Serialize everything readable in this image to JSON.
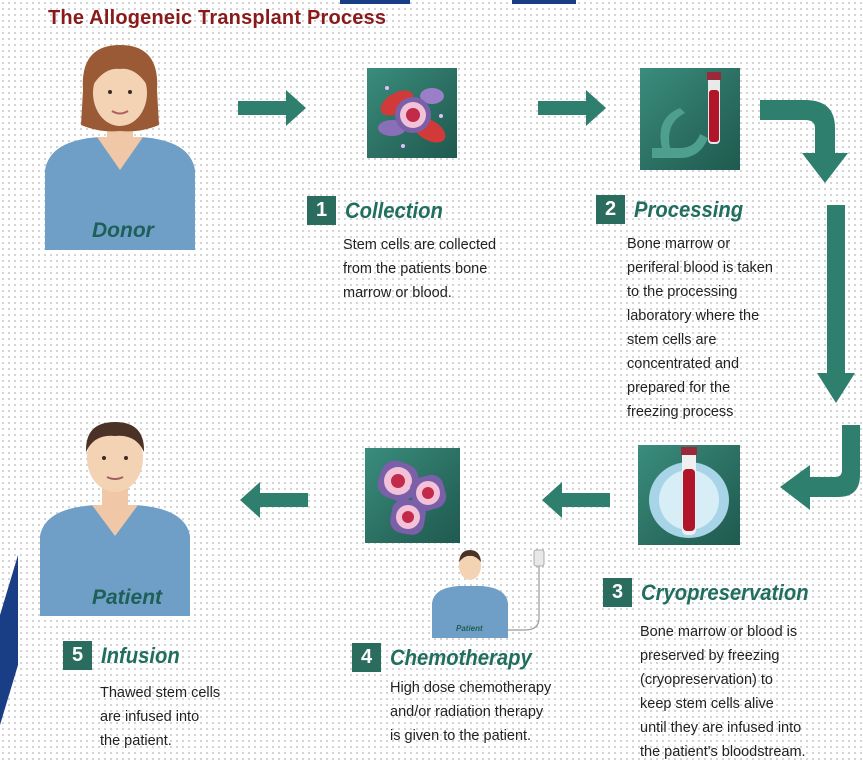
{
  "title": "The Allogeneic Transplant Process",
  "donor_label": "Donor",
  "patient_label": "Patient",
  "small_patient_label": "Patient",
  "steps": [
    {
      "number": "1",
      "title": "Collection",
      "description": "Stem cells are collected\nfrom the patients bone\nmarrow or blood."
    },
    {
      "number": "2",
      "title": "Processing",
      "description": "Bone marrow or\nperiferal blood is taken\nto the processing\nlaboratory where the\nstem cells are\nconcentrated and\nprepared for the\nfreezing process"
    },
    {
      "number": "3",
      "title": "Cryopreservation",
      "description": "Bone marrow or blood is\npreserved by freezing\n(cryopreservation) to\nkeep stem cells alive\nuntil they are infused into\nthe patient's bloodstream."
    },
    {
      "number": "4",
      "title": "Chemotherapy",
      "description": "High dose chemotherapy\nand/or radiation therapy\nis given to the patient."
    },
    {
      "number": "5",
      "title": "Infusion",
      "description": "Thawed stem cells\nare infused into\nthe patient."
    }
  ],
  "colors": {
    "teal": "#2a6d5e",
    "title_red": "#8a1a1a",
    "navy": "#1a3e86"
  }
}
